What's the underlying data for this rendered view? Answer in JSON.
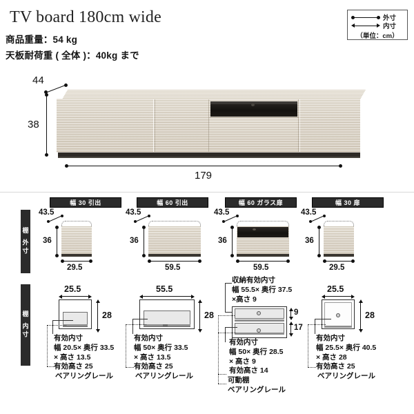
{
  "header": {
    "title": "TV board 180cm wide",
    "weight_line": "商品重量：54 kg",
    "load_line": "天板耐荷重 ( 全体 )：40kg まで"
  },
  "legend": {
    "outer_label": "外寸",
    "inner_label": "内寸",
    "unit_label": "（単位：cm）"
  },
  "main_figure": {
    "depth": "44",
    "height": "38",
    "width": "179"
  },
  "rows": {
    "outer_label": "棚 外寸",
    "inner_label": "棚 内寸"
  },
  "columns": [
    {
      "header": "幅 30 引出",
      "outer": {
        "depth": "43.5",
        "height": "36",
        "width": "29.5"
      },
      "inner": {
        "width": "25.5",
        "height": "28",
        "notes": [
          "有効内寸",
          "幅 20.5× 奥行 33.5",
          "× 高さ 13.5",
          "有効高さ 25"
        ],
        "callouts": [
          "ベアリングレール"
        ]
      }
    },
    {
      "header": "幅 60 引出",
      "outer": {
        "depth": "43.5",
        "height": "36",
        "width": "59.5"
      },
      "inner": {
        "width": "55.5",
        "height": "28",
        "notes": [
          "有効内寸",
          "幅 50× 奥行 33.5",
          "× 高さ 13.5",
          "有効高さ 25"
        ],
        "callouts": [
          "ベアリングレール"
        ]
      }
    },
    {
      "header": "幅 60 ガラス扉",
      "outer": {
        "depth": "43.5",
        "height": "36",
        "width": "59.5"
      },
      "inner": {
        "upper_height": "9",
        "lower_height": "17",
        "top_notes": [
          "収納有効内寸",
          "幅 55.5× 奥行 37.5",
          "×高さ 9"
        ],
        "notes": [
          "有効内寸",
          "幅 50× 奥行 28.5",
          "× 高さ 9",
          "有効高さ 14"
        ],
        "callouts": [
          "可動棚",
          "ベアリングレール"
        ]
      }
    },
    {
      "header": "幅 30 扉",
      "outer": {
        "depth": "43.5",
        "height": "36",
        "width": "29.5"
      },
      "inner": {
        "width": "25.5",
        "height": "28",
        "notes": [
          "有効内寸",
          "幅 25.5× 奥行 40.5",
          "× 高さ 28",
          "有効高さ 25"
        ],
        "callouts": [
          "ベアリングレール"
        ]
      }
    }
  ],
  "colors": {
    "wood": "#d3cabb",
    "wood_top": "#e0d9cc",
    "dark": "#2b2b2b",
    "cavity": "#18150f"
  }
}
